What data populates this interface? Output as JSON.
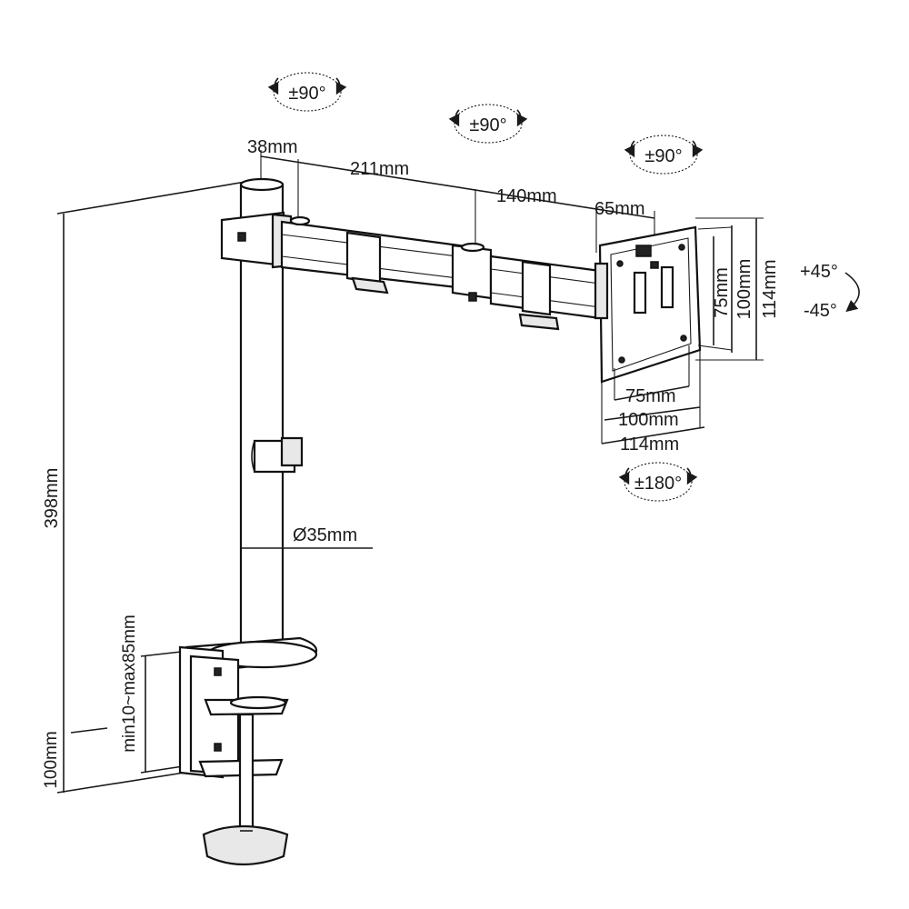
{
  "rotation_labels": {
    "pole_swivel": "±90°",
    "arm_swivel": "±90°",
    "head_swivel": "±90°",
    "tilt_up": "+45°",
    "tilt_down": "-45°",
    "rotate": "±180°"
  },
  "dimensions": {
    "pole_offset": "38mm",
    "arm_1": "211mm",
    "arm_2": "140mm",
    "head": "65mm",
    "height": "398mm",
    "pole_diameter": "Ø35mm",
    "clamp_range": "min10~max85mm",
    "clamp_depth": "100mm"
  },
  "vesa": {
    "v75": "75mm",
    "v100": "100mm",
    "v114": "114mm",
    "h75": "75mm",
    "h100": "100mm",
    "h114": "114mm"
  }
}
